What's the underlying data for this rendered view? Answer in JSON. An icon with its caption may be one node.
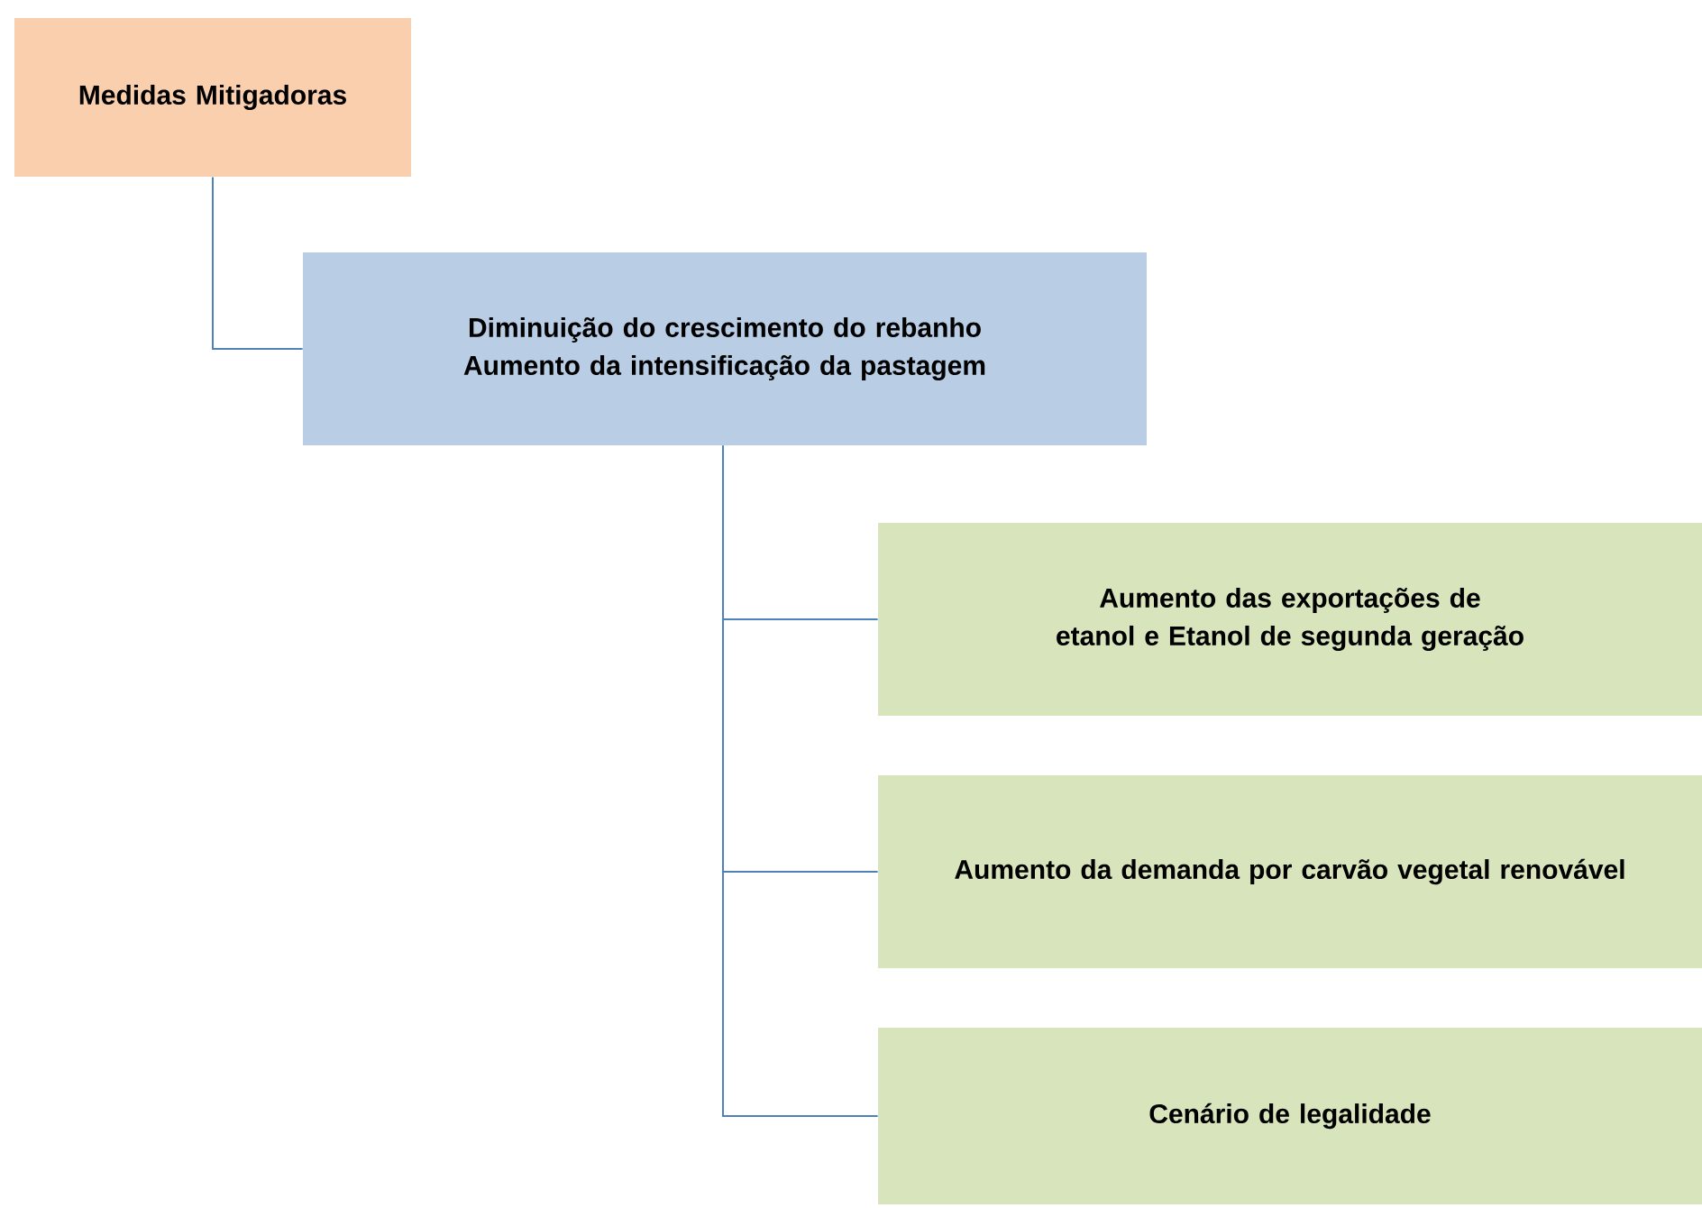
{
  "diagram": {
    "nodes": [
      {
        "text": [
          "Medidas Mitigadoras"
        ]
      },
      {
        "text": [
          "Diminuição do crescimento do rebanho",
          "Aumento da intensificação da pastagem"
        ]
      },
      {
        "text": [
          "Aumento das exportações de etanol e Etanol de segunda geração"
        ]
      },
      {
        "text": [
          "Aumento da demanda por carvão vegetal renovável"
        ]
      },
      {
        "text": [
          "Cenário de legalidade"
        ]
      }
    ],
    "edges": [
      {
        "from": 0,
        "to": 1,
        "arrow": "none"
      },
      {
        "from": 1,
        "to": 2,
        "arrow": "none"
      },
      {
        "from": 1,
        "to": 3,
        "arrow": "none"
      },
      {
        "from": 1,
        "to": 4,
        "arrow": "none"
      }
    ]
  }
}
